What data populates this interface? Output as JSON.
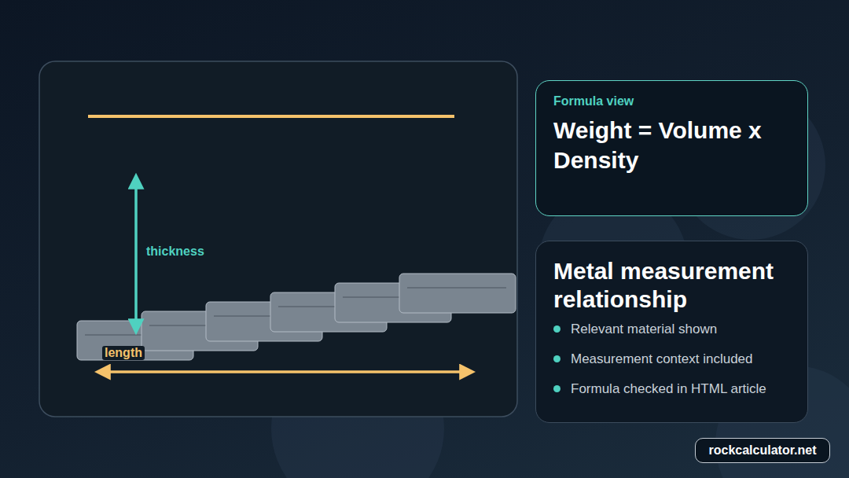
{
  "diagram": {
    "nodes": [
      {
        "text": [
          "Formula view",
          "Weight = Volume x Density"
        ]
      },
      {
        "text": [
          "Metal measurement relationship",
          "Relevant material shown",
          "Measurement context included",
          "Formula checked in HTML article"
        ]
      },
      {
        "text": [
          "rockcalculator.net"
        ]
      }
    ],
    "labels": [
      "thickness",
      "length"
    ]
  }
}
